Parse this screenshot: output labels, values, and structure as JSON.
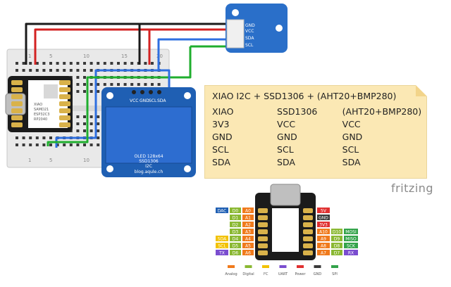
{
  "sensor_module": {
    "pins": [
      "GND",
      "VCC",
      "SDA",
      "SCL"
    ]
  },
  "oled": {
    "pins": [
      "VCC",
      "GND",
      "SCL",
      "SDA"
    ],
    "screen_lines": [
      "OLED 128x64",
      "SSD1306",
      "I2C"
    ],
    "url": "blog.aqule.ch"
  },
  "breadboard": {
    "row_numbers": [
      "1",
      "5",
      "10",
      "15",
      "20"
    ]
  },
  "xiao_board": {
    "silk_lines": [
      "XIAO",
      "SAMD21",
      "ESP32C3",
      "RP2040"
    ]
  },
  "note": {
    "title": "XIAO I2C + SSD1306 + (AHT20+BMP280)",
    "header": [
      "XIAO",
      "SSD1306",
      "(AHT20+BMP280)"
    ],
    "rows": [
      [
        "3V3",
        "VCC",
        "VCC"
      ],
      [
        "GND",
        "GND",
        "GND"
      ],
      [
        "SCL",
        "SCL",
        "SCL"
      ],
      [
        "SDA",
        "SDA",
        "SDA"
      ]
    ]
  },
  "watermark": "fritzing",
  "pinout": {
    "left": [
      {
        "extra": "DAC",
        "d": "D0",
        "a": "A0"
      },
      {
        "extra": "",
        "d": "D1",
        "a": "A1"
      },
      {
        "extra": "",
        "d": "D2",
        "a": "A2"
      },
      {
        "extra": "",
        "d": "D3",
        "a": "A3"
      },
      {
        "extra": "SDA",
        "d": "D4",
        "a": "A4"
      },
      {
        "extra": "SCL",
        "d": "D5",
        "a": "A5"
      },
      {
        "extra": "TX",
        "d": "D6",
        "a": "A6"
      }
    ],
    "right": [
      {
        "a": "5V",
        "d": "",
        "extra": ""
      },
      {
        "a": "GND",
        "d": "",
        "extra": ""
      },
      {
        "a": "3V3",
        "d": "",
        "extra": ""
      },
      {
        "a": "A10",
        "d": "D10",
        "extra": "MOSI"
      },
      {
        "a": "A9",
        "d": "D9",
        "extra": "MISO"
      },
      {
        "a": "A8",
        "d": "D8",
        "extra": "SCK"
      },
      {
        "a": "A7",
        "d": "D7",
        "extra": "RX"
      }
    ],
    "legend": [
      "Analog",
      "Digital",
      "I²C",
      "UART",
      "Power",
      "GND",
      "SPI"
    ]
  },
  "colors": {
    "wire_black": "#1a1a1a",
    "wire_red": "#d32222",
    "wire_blue": "#2f6fe0",
    "wire_green": "#1fae2e",
    "pcb_blue": "#1f5fb3",
    "analog": "#f07a1c",
    "digital": "#8ab832",
    "i2c": "#f2c200",
    "uart": "#7a4dcf",
    "power": "#e03131",
    "gnd": "#3a3a3a",
    "spi": "#33a34a"
  }
}
